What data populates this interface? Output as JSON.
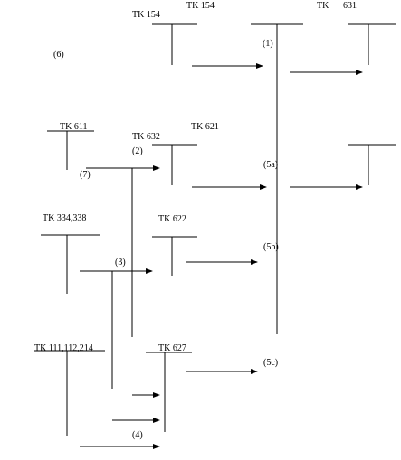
{
  "accounts": {
    "tk154_top": "TK 154",
    "tk154_left": "TK 154",
    "tk_631_prefix": "TK",
    "tk_631_num": "631",
    "tk611": "TK 611",
    "tk632": "TK 632",
    "tk621": "TK 621",
    "tk334_338": "TK 334,338",
    "tk622": "TK 622",
    "tk111_112_214": "TK 111,112,214",
    "tk627": "TK 627"
  },
  "steps": {
    "s1": "(1)",
    "s2": "(2)",
    "s3": "(3)",
    "s4": "(4)",
    "s5a": "(5a)",
    "s5b": "(5b)",
    "s5c": "(5c)",
    "s6": "(6)",
    "s7": "(7)"
  }
}
